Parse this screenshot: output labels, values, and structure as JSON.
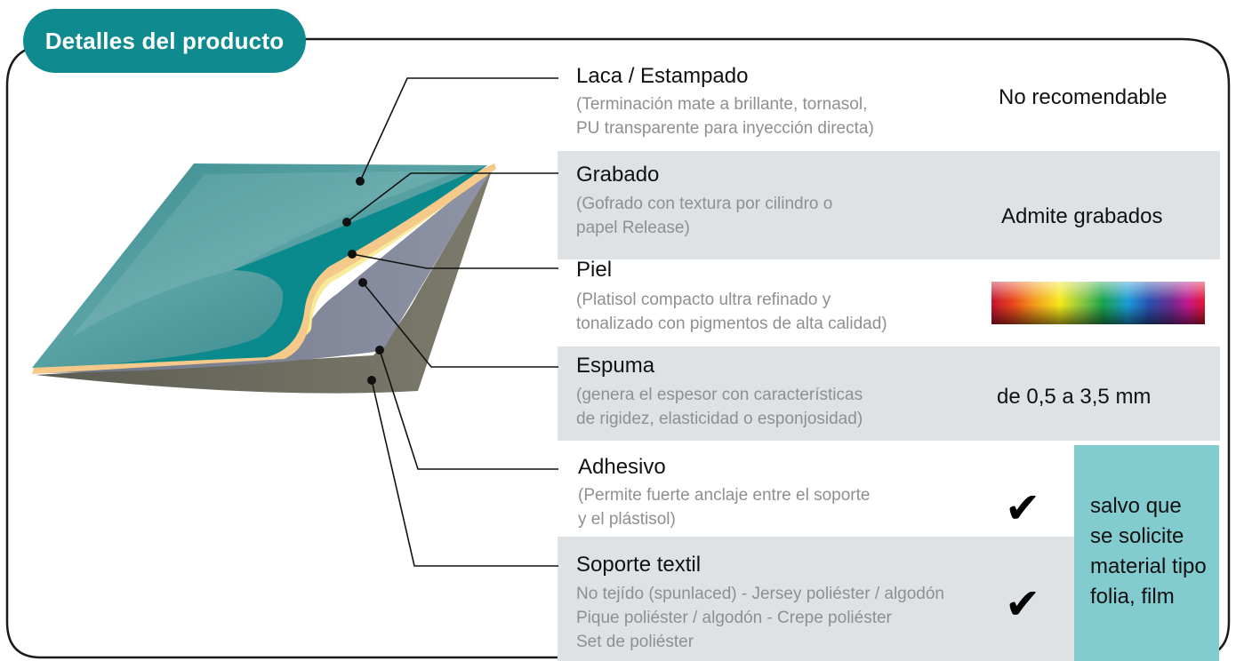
{
  "badge": {
    "title": "Detalles del producto"
  },
  "layers": [
    {
      "title": "Laca / Estampado",
      "description": "(Terminación mate a brillante, tornasol,\nPU transparente para inyección directa)",
      "value": "No recomendable"
    },
    {
      "title": "Grabado",
      "description": "(Gofrado con textura por cilindro o\npapel Release)",
      "value": "Admite grabados"
    },
    {
      "title": "Piel",
      "description": "(Platisol compacto ultra refinado y\ntonalizado con pigmentos de alta calidad)",
      "value_icon": "color-spectrum-swatch"
    },
    {
      "title": "Espuma",
      "description": "(genera el espesor con características\nde rigidez, elasticidad o esponjosidad)",
      "value": "de 0,5  a 3,5 mm"
    },
    {
      "title": "Adhesivo",
      "description": "(Permite fuerte anclaje entre el soporte\ny el plástisol)",
      "value_icon": "checkmark-icon"
    },
    {
      "title": "Soporte textil",
      "description": "No tejído (spunlaced) - Jersey poliéster / algodón\nPique poliéster / algodón - Crepe poliéster\nSet de poliéster",
      "value_icon": "checkmark-icon"
    }
  ],
  "side_note": "salvo que\nse solicite\nmaterial tipo\nfolia, film",
  "check_glyph": "✔",
  "colors": {
    "badge": "#0f8a8e",
    "band_gray": "#dfe2e5",
    "note_box": "#82cbcf",
    "laca_layer": "#0d8a8c",
    "piel_layer": "#f7ec9a",
    "espuma_layer": "#7f8596",
    "soporte_layer": "#6f6f63"
  }
}
